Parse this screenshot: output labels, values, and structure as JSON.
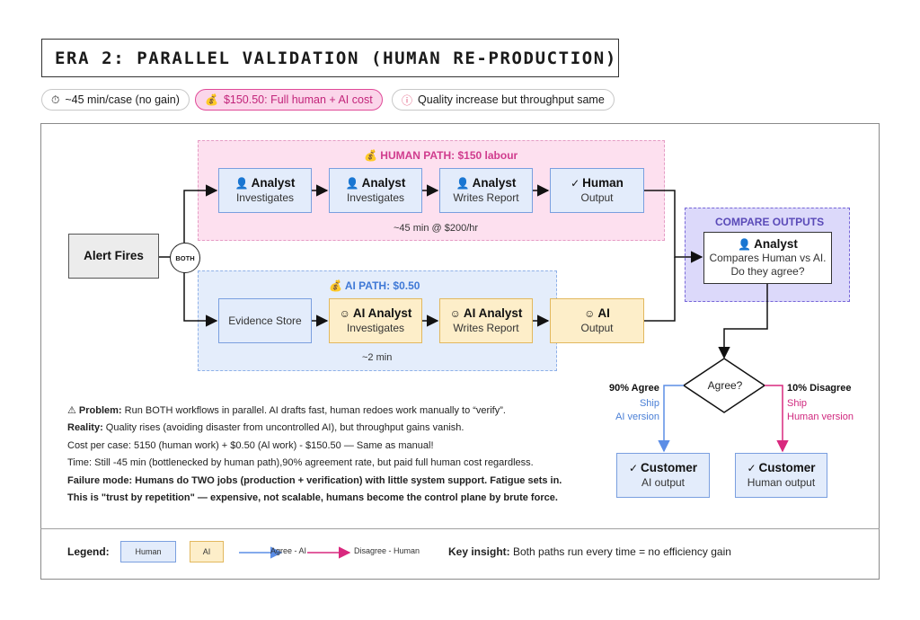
{
  "title": "ERA 2: PARALLEL VALIDATION (HUMAN RE-PRODUCTION)",
  "chips": [
    {
      "icon": "⏱",
      "label": "~45 min/case (no gain)"
    },
    {
      "icon": "💰",
      "label": "$150.50: Full human + AI cost"
    },
    {
      "icon": "ⓘ",
      "label": "Quality increase but throughput same"
    }
  ],
  "start": {
    "label": "Alert Fires"
  },
  "both": "BOTH",
  "human_path": {
    "title": "HUMAN PATH: $150 labour",
    "note": "~45 min @ $200/hr",
    "steps": [
      {
        "title": "Analyst",
        "subtitle": "Investigates"
      },
      {
        "title": "Analyst",
        "subtitle": "Investigates"
      },
      {
        "title": "Analyst",
        "subtitle": "Writes Report"
      },
      {
        "title": "Human",
        "subtitle": "Output"
      }
    ]
  },
  "ai_path": {
    "title": "AI PATH: $0.50",
    "note": "~2 min",
    "steps": [
      {
        "title": "",
        "subtitle": "Evidence Store"
      },
      {
        "title": "AI Analyst",
        "subtitle": "Investigates"
      },
      {
        "title": "AI Analyst",
        "subtitle": "Writes Report"
      },
      {
        "title": "AI",
        "subtitle": "Output"
      }
    ]
  },
  "compare": {
    "title": "COMPARE OUTPUTS",
    "box_title": "Analyst",
    "line1": "Compares Human vs AI.",
    "line2": "Do they agree?"
  },
  "decision": "Agree?",
  "agree": {
    "label": "90% Agree",
    "action1": "Ship",
    "action2": "AI version"
  },
  "disagree": {
    "label": "10% Disagree",
    "action1": "Ship",
    "action2": "Human version"
  },
  "customer_ai": {
    "title": "Customer",
    "subtitle": "AI output"
  },
  "customer_human": {
    "title": "Customer",
    "subtitle": "Human output"
  },
  "explanation": {
    "problem_label": "Problem:",
    "problem_text": " Run BOTH workflows in parallel. AI drafts fast, human redoes work manually to “verify”.",
    "reality_label": "Reality:",
    "reality_text": " Quality rises (avoiding disaster from uncontrolled AI), but throughput gains vanish.",
    "cost": "Cost per case: 5150 (human work) + $0.50 (Al work) - $150.50 — Same as manual!",
    "time": "Time: Still -45 min (bottlenecked by human path),90% agreement rate, but paid full human cost regardless.",
    "failure": "Failure mode: Humans do TWO jobs (production + verification) with little system support. Fatigue sets in.",
    "trust": "This is \"trust by repetition\" — expensive, not scalable, humans become the control plane by brute force."
  },
  "legend": {
    "title": "Legend:",
    "human": "Human",
    "ai": "AI",
    "agree": "Agree - AI",
    "disagree": "Disagree - Human",
    "insight_label": "Key insight:",
    "insight_text": " Both paths run every time = no efficiency gain"
  },
  "colors": {
    "human_fill": "#e3ecfb",
    "ai_fill": "#fdeec9",
    "human_lane": "#fde0ef",
    "ai_lane": "#e4edfb",
    "compare_lane": "#dcd9fa",
    "agree_arrow": "#5b8de6",
    "disagree_arrow": "#d9287e"
  }
}
